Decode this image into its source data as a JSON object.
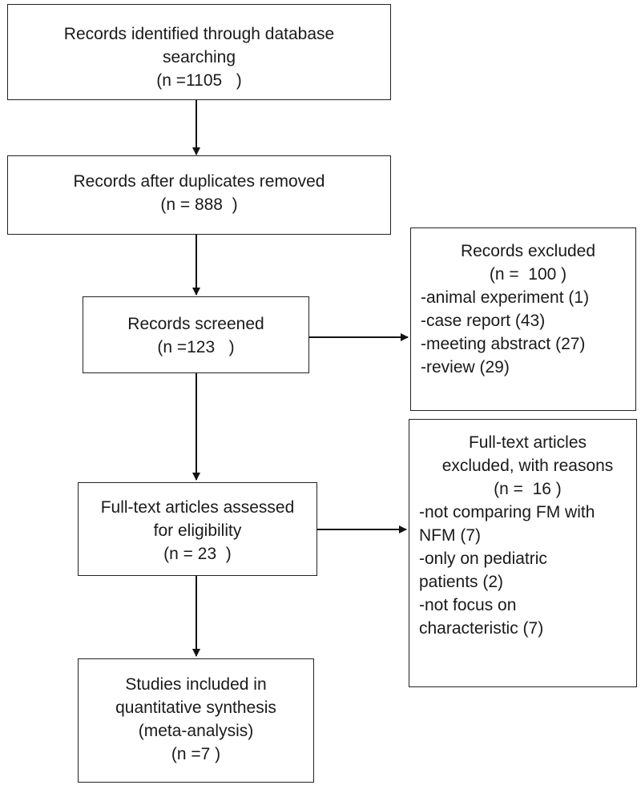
{
  "boxes": {
    "identified": {
      "lines": [
        "Records identified through database",
        "searching",
        "(n =1105   )"
      ]
    },
    "after_duplicates": {
      "lines": [
        "Records after duplicates removed",
        "(n = 888  )"
      ]
    },
    "screened": {
      "lines": [
        "Records screened",
        "(n =123   )"
      ]
    },
    "fulltext": {
      "lines": [
        "Full-text articles assessed",
        "for eligibility",
        "(n = 23  )"
      ]
    },
    "included": {
      "lines": [
        "Studies included in",
        "quantitative synthesis",
        "(meta-analysis)",
        "(n =7 )"
      ]
    },
    "records_excluded": {
      "heading": [
        "Records excluded",
        "(n =  100 )"
      ],
      "items": [
        "-animal experiment (1)",
        "-case report (43)",
        "-meeting abstract (27)",
        "-review (29)"
      ]
    },
    "fulltext_excluded": {
      "heading": [
        "Full-text articles",
        "excluded, with reasons",
        "(n =  16 )"
      ],
      "items": [
        "-not comparing FM with",
        "NFM (7)",
        "-only on pediatric",
        "patients (2)",
        "-not focus on",
        "characteristic (7)"
      ]
    }
  }
}
